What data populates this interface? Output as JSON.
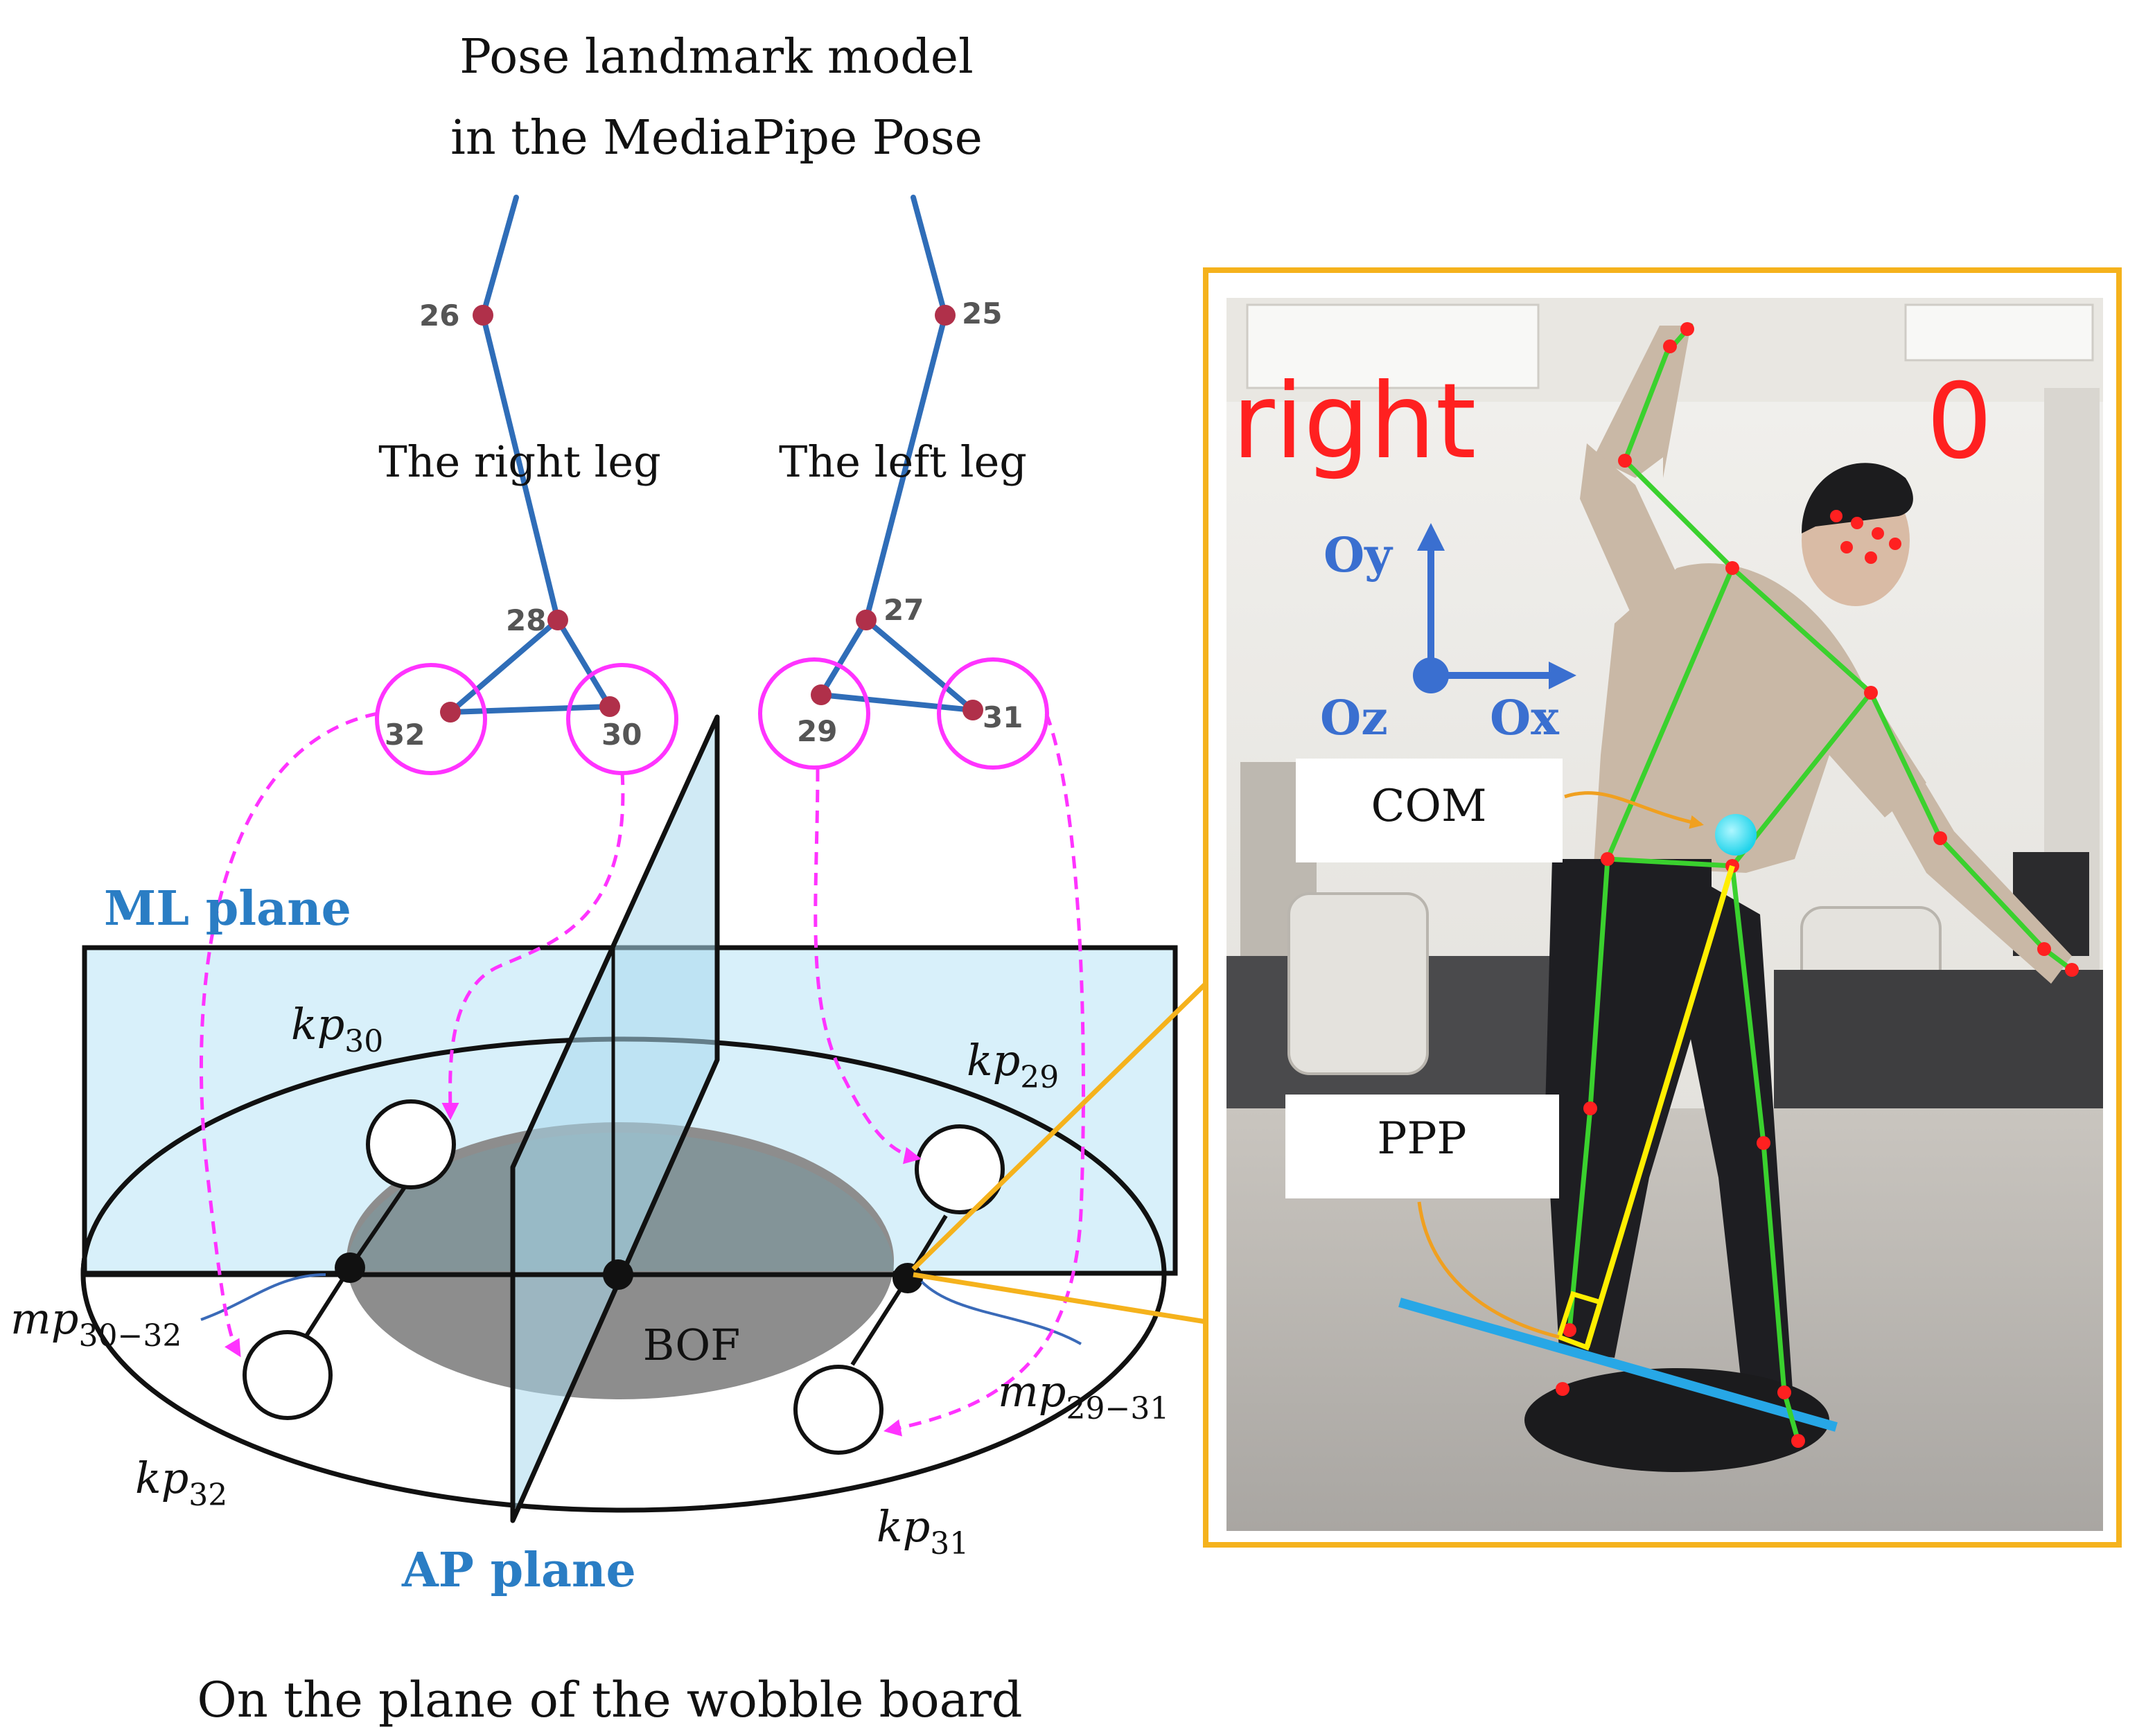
{
  "figure": {
    "top_title": [
      "Pose landmark model",
      "in the MediaPipe Pose"
    ],
    "bottom_caption": "On the plane of the wobble board",
    "right_leg_label": "The right leg",
    "left_leg_label": "The left leg",
    "landmarks": {
      "n26": "26",
      "n25": "25",
      "n28": "28",
      "n27": "27",
      "n32": "32",
      "n30": "30",
      "n29": "29",
      "n31": "31"
    },
    "ml_plane": "ML plane",
    "ap_plane": "AP plane",
    "bof": "BOF",
    "keypoints": {
      "kp30": {
        "base": "kp",
        "sub": "30"
      },
      "kp29": {
        "base": "kp",
        "sub": "29"
      },
      "kp32": {
        "base": "kp",
        "sub": "32"
      },
      "kp31": {
        "base": "kp",
        "sub": "31"
      },
      "mp3032": {
        "base": "mp",
        "sub": "30−32"
      },
      "mp2931": {
        "base": "mp",
        "sub": "29−31"
      }
    },
    "photo": {
      "side": "right",
      "count": "0",
      "oy": "Oy",
      "ox": "Ox",
      "oz": "Oz",
      "com": "COM",
      "ppp": "PPP"
    },
    "colors": {
      "skeleton_blue": "#2f6db8",
      "landmark": "#b0304a",
      "magenta": "#ff33ff",
      "plane_fill": "#bfe6f5",
      "plane_label": "#2a7dc4",
      "bof_grey": "#8a8a8a",
      "frame_orange": "#f5b21c",
      "pose_green": "#3ad12e",
      "pose_red": "#ff2020",
      "com_cyan": "#22d8ee",
      "board_line": "#27a7e6",
      "ppp_yellow": "#ffee00"
    }
  }
}
